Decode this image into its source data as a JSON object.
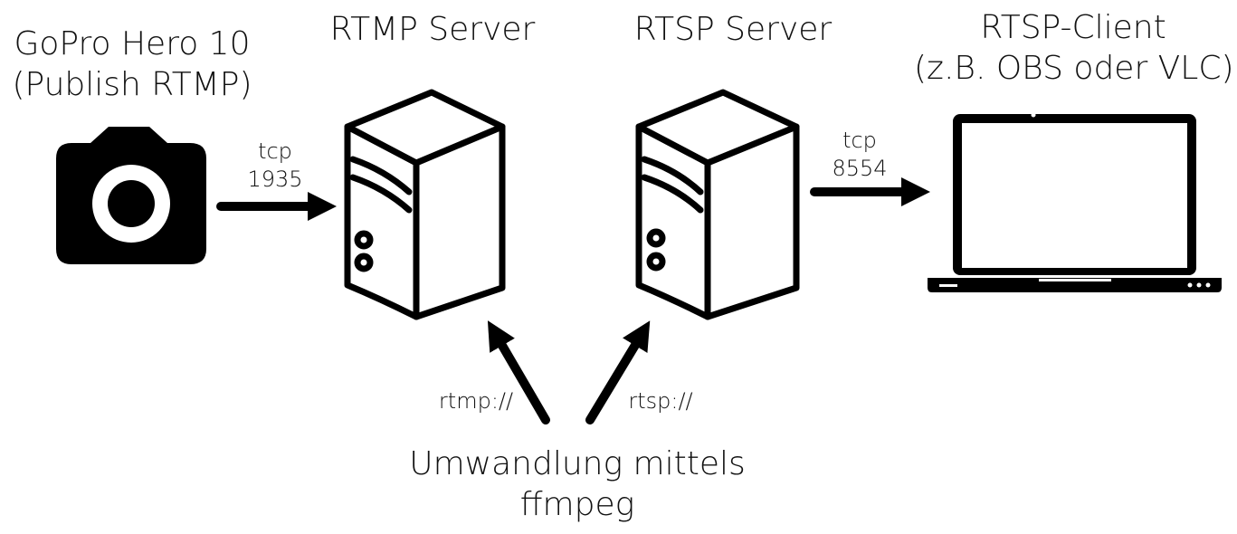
{
  "nodes": {
    "gopro": {
      "line1": "GoPro Hero 10",
      "line2": "(Publish RTMP)",
      "icon": "camera-icon"
    },
    "rtmp_server": {
      "title": "RTMP Server",
      "icon": "server-icon"
    },
    "rtsp_server": {
      "title": "RTSP Server",
      "icon": "server-icon"
    },
    "rtsp_client": {
      "line1": "RTSP-Client",
      "line2": "(z.B. OBS oder VLC)",
      "icon": "laptop-icon"
    }
  },
  "edges": {
    "camera_to_rtmp": {
      "line1": "tcp",
      "line2": "1935"
    },
    "rtsp_to_client": {
      "line1": "tcp",
      "line2": "8554"
    },
    "ffmpeg_to_rtmp": {
      "label": "rtmp://"
    },
    "ffmpeg_to_rtsp": {
      "label": "rtsp://"
    }
  },
  "converter": {
    "line1": "Umwandlung mittels",
    "line2": "ffmpeg"
  }
}
